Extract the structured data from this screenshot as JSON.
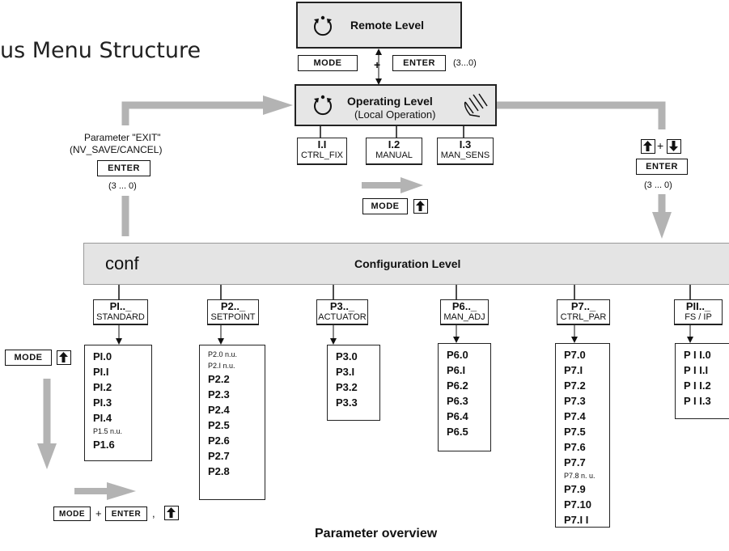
{
  "title": "us Menu Structure",
  "remote_level": {
    "label": "Remote Level"
  },
  "mode_enter_remote": {
    "mode": "MODE",
    "plus": "+",
    "enter": "ENTER",
    "time": "(3...0)"
  },
  "operating_level": {
    "label": "Operating Level",
    "sublabel": "(Local Operation)"
  },
  "operating_modes": [
    {
      "code": "I.I",
      "name": "CTRL_FIX"
    },
    {
      "code": "I.2",
      "name": "MANUAL"
    },
    {
      "code": "I.3",
      "name": "MAN_SENS"
    }
  ],
  "op_mode_key": "MODE",
  "exit_param": {
    "line1": "Parameter \"EXIT\"",
    "line2": "(NV_SAVE/CANCEL)",
    "enter": "ENTER",
    "time": "(3 ... 0)"
  },
  "right_keys": {
    "plus": "+",
    "enter": "ENTER",
    "time": "(3 ... 0)"
  },
  "config_level": {
    "short": "conf",
    "label": "Configuration Level"
  },
  "menus": [
    {
      "code": "PI.._",
      "prefix": "conf",
      "name": "STANDARD",
      "params": [
        {
          "t": "PI.0"
        },
        {
          "t": "PI.I"
        },
        {
          "t": "PI.2"
        },
        {
          "t": "PI.3"
        },
        {
          "t": "PI.4"
        },
        {
          "t": "P1.5 n.u.",
          "nu": true
        },
        {
          "t": "P1.6"
        }
      ]
    },
    {
      "code": "P2.._",
      "prefix": "conf",
      "name": "SETPOINT",
      "params": [
        {
          "t": "P2.0 n.u.",
          "nu": true
        },
        {
          "t": "P2.I n.u.",
          "nu": true
        },
        {
          "t": "P2.2"
        },
        {
          "t": "P2.3"
        },
        {
          "t": "P2.4"
        },
        {
          "t": "P2.5"
        },
        {
          "t": "P2.6"
        },
        {
          "t": "P2.7"
        },
        {
          "t": "P2.8"
        }
      ]
    },
    {
      "code": "P3.._",
      "prefix": "conf",
      "name": "ACTUATOR",
      "params": [
        {
          "t": "P3.0"
        },
        {
          "t": "P3.I"
        },
        {
          "t": "P3.2"
        },
        {
          "t": "P3.3"
        }
      ]
    },
    {
      "code": "P6.._",
      "prefix": "conf",
      "name": "MAN_ADJ",
      "params": [
        {
          "t": "P6.0"
        },
        {
          "t": "P6.I"
        },
        {
          "t": "P6.2"
        },
        {
          "t": "P6.3"
        },
        {
          "t": "P6.4"
        },
        {
          "t": "P6.5"
        }
      ]
    },
    {
      "code": "P7.._",
      "prefix": "conf",
      "name": "CTRL_PAR",
      "params": [
        {
          "t": "P7.0"
        },
        {
          "t": "P7.I"
        },
        {
          "t": "P7.2"
        },
        {
          "t": "P7.3"
        },
        {
          "t": "P7.4"
        },
        {
          "t": "P7.5"
        },
        {
          "t": "P7.6"
        },
        {
          "t": "P7.7"
        },
        {
          "t": "P7.8 n. u.",
          "nu": true
        },
        {
          "t": "P7.9"
        },
        {
          "t": "P7.10"
        },
        {
          "t": "P7.I I"
        }
      ]
    },
    {
      "code": "PII.._",
      "prefix": "conf",
      "name": "FS / IP",
      "params": [
        {
          "t": "P I I.0"
        },
        {
          "t": "P I I.I"
        },
        {
          "t": "P I I.2"
        },
        {
          "t": "P I I.3"
        }
      ]
    }
  ],
  "left_mode_key": "MODE",
  "bottom_keys": {
    "mode": "MODE",
    "plus": "+",
    "enter": "ENTER",
    "comma": ","
  },
  "footer": "Parameter overview",
  "icons": [
    "rotate-icon",
    "hand-icon",
    "arrow-up-icon",
    "arrow-down-icon"
  ]
}
